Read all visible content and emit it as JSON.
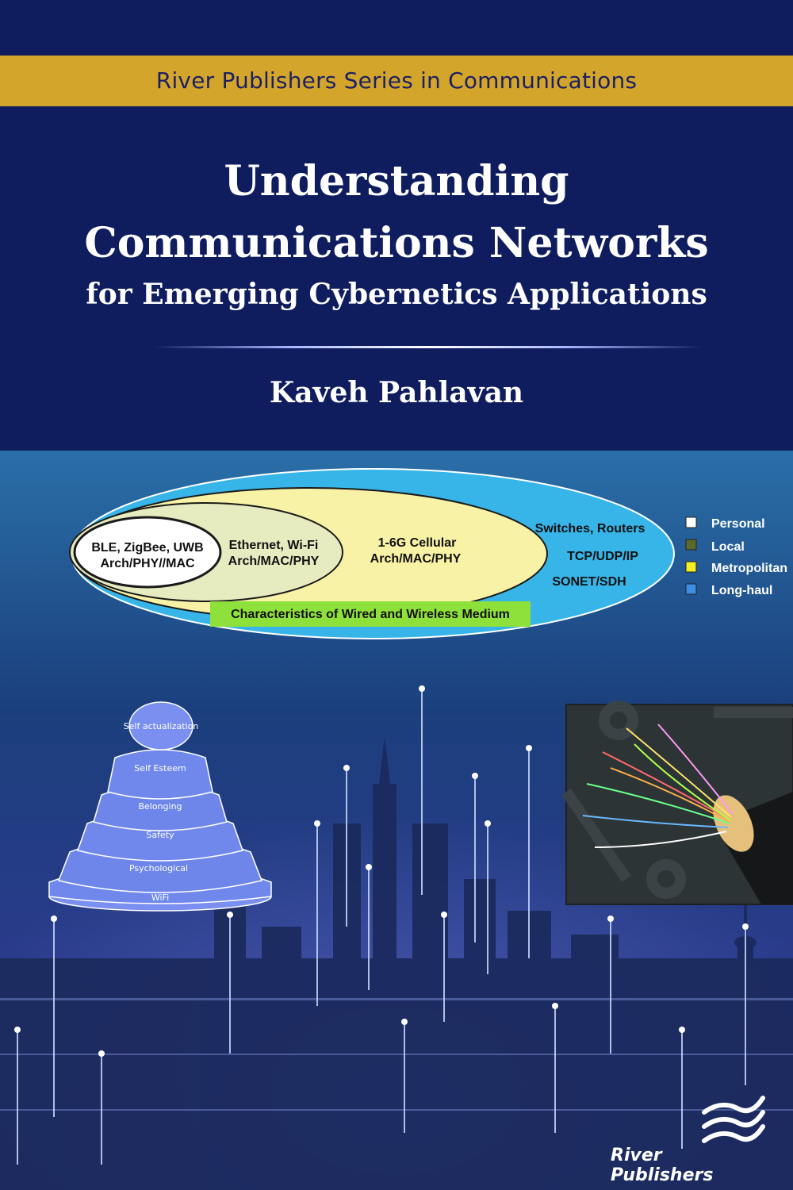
{
  "series": "River Publishers Series in Communications",
  "title_line1": "Understanding",
  "title_line2": "Communications Networks",
  "subtitle": "for Emerging Cybernetics Applications",
  "author": "Kaveh Pahlavan",
  "publisher": "River Publishers",
  "diagram": {
    "personal": [
      "BLE, ZigBee, UWB",
      "Arch/PHY//MAC"
    ],
    "local": [
      "Ethernet, Wi-Fi",
      "Arch/MAC/PHY"
    ],
    "metro": [
      "1-6G Cellular",
      "Arch/MAC/PHY"
    ],
    "longhaul": [
      "Switches, Routers",
      "TCP/UDP/IP",
      "SONET/SDH"
    ],
    "medium": "Characteristics of Wired and Wireless Medium",
    "legend": [
      {
        "label": "Personal",
        "color": "#ffffff"
      },
      {
        "label": "Local",
        "color": "#5a6a2a"
      },
      {
        "label": "Metropolitan",
        "color": "#f2ef26"
      },
      {
        "label": "Long-haul",
        "color": "#3a8ee8"
      }
    ]
  },
  "pyramid": [
    "Self actualization",
    "Self Esteem",
    "Belonging",
    "Safety",
    "Psychological",
    "WiFi"
  ],
  "colors": {
    "navy": "#0f1c5e",
    "gold": "#d3a62b",
    "sky": "#38b6e8",
    "pale_yellow": "#f7f2a6",
    "green_label": "#8ee03a"
  }
}
